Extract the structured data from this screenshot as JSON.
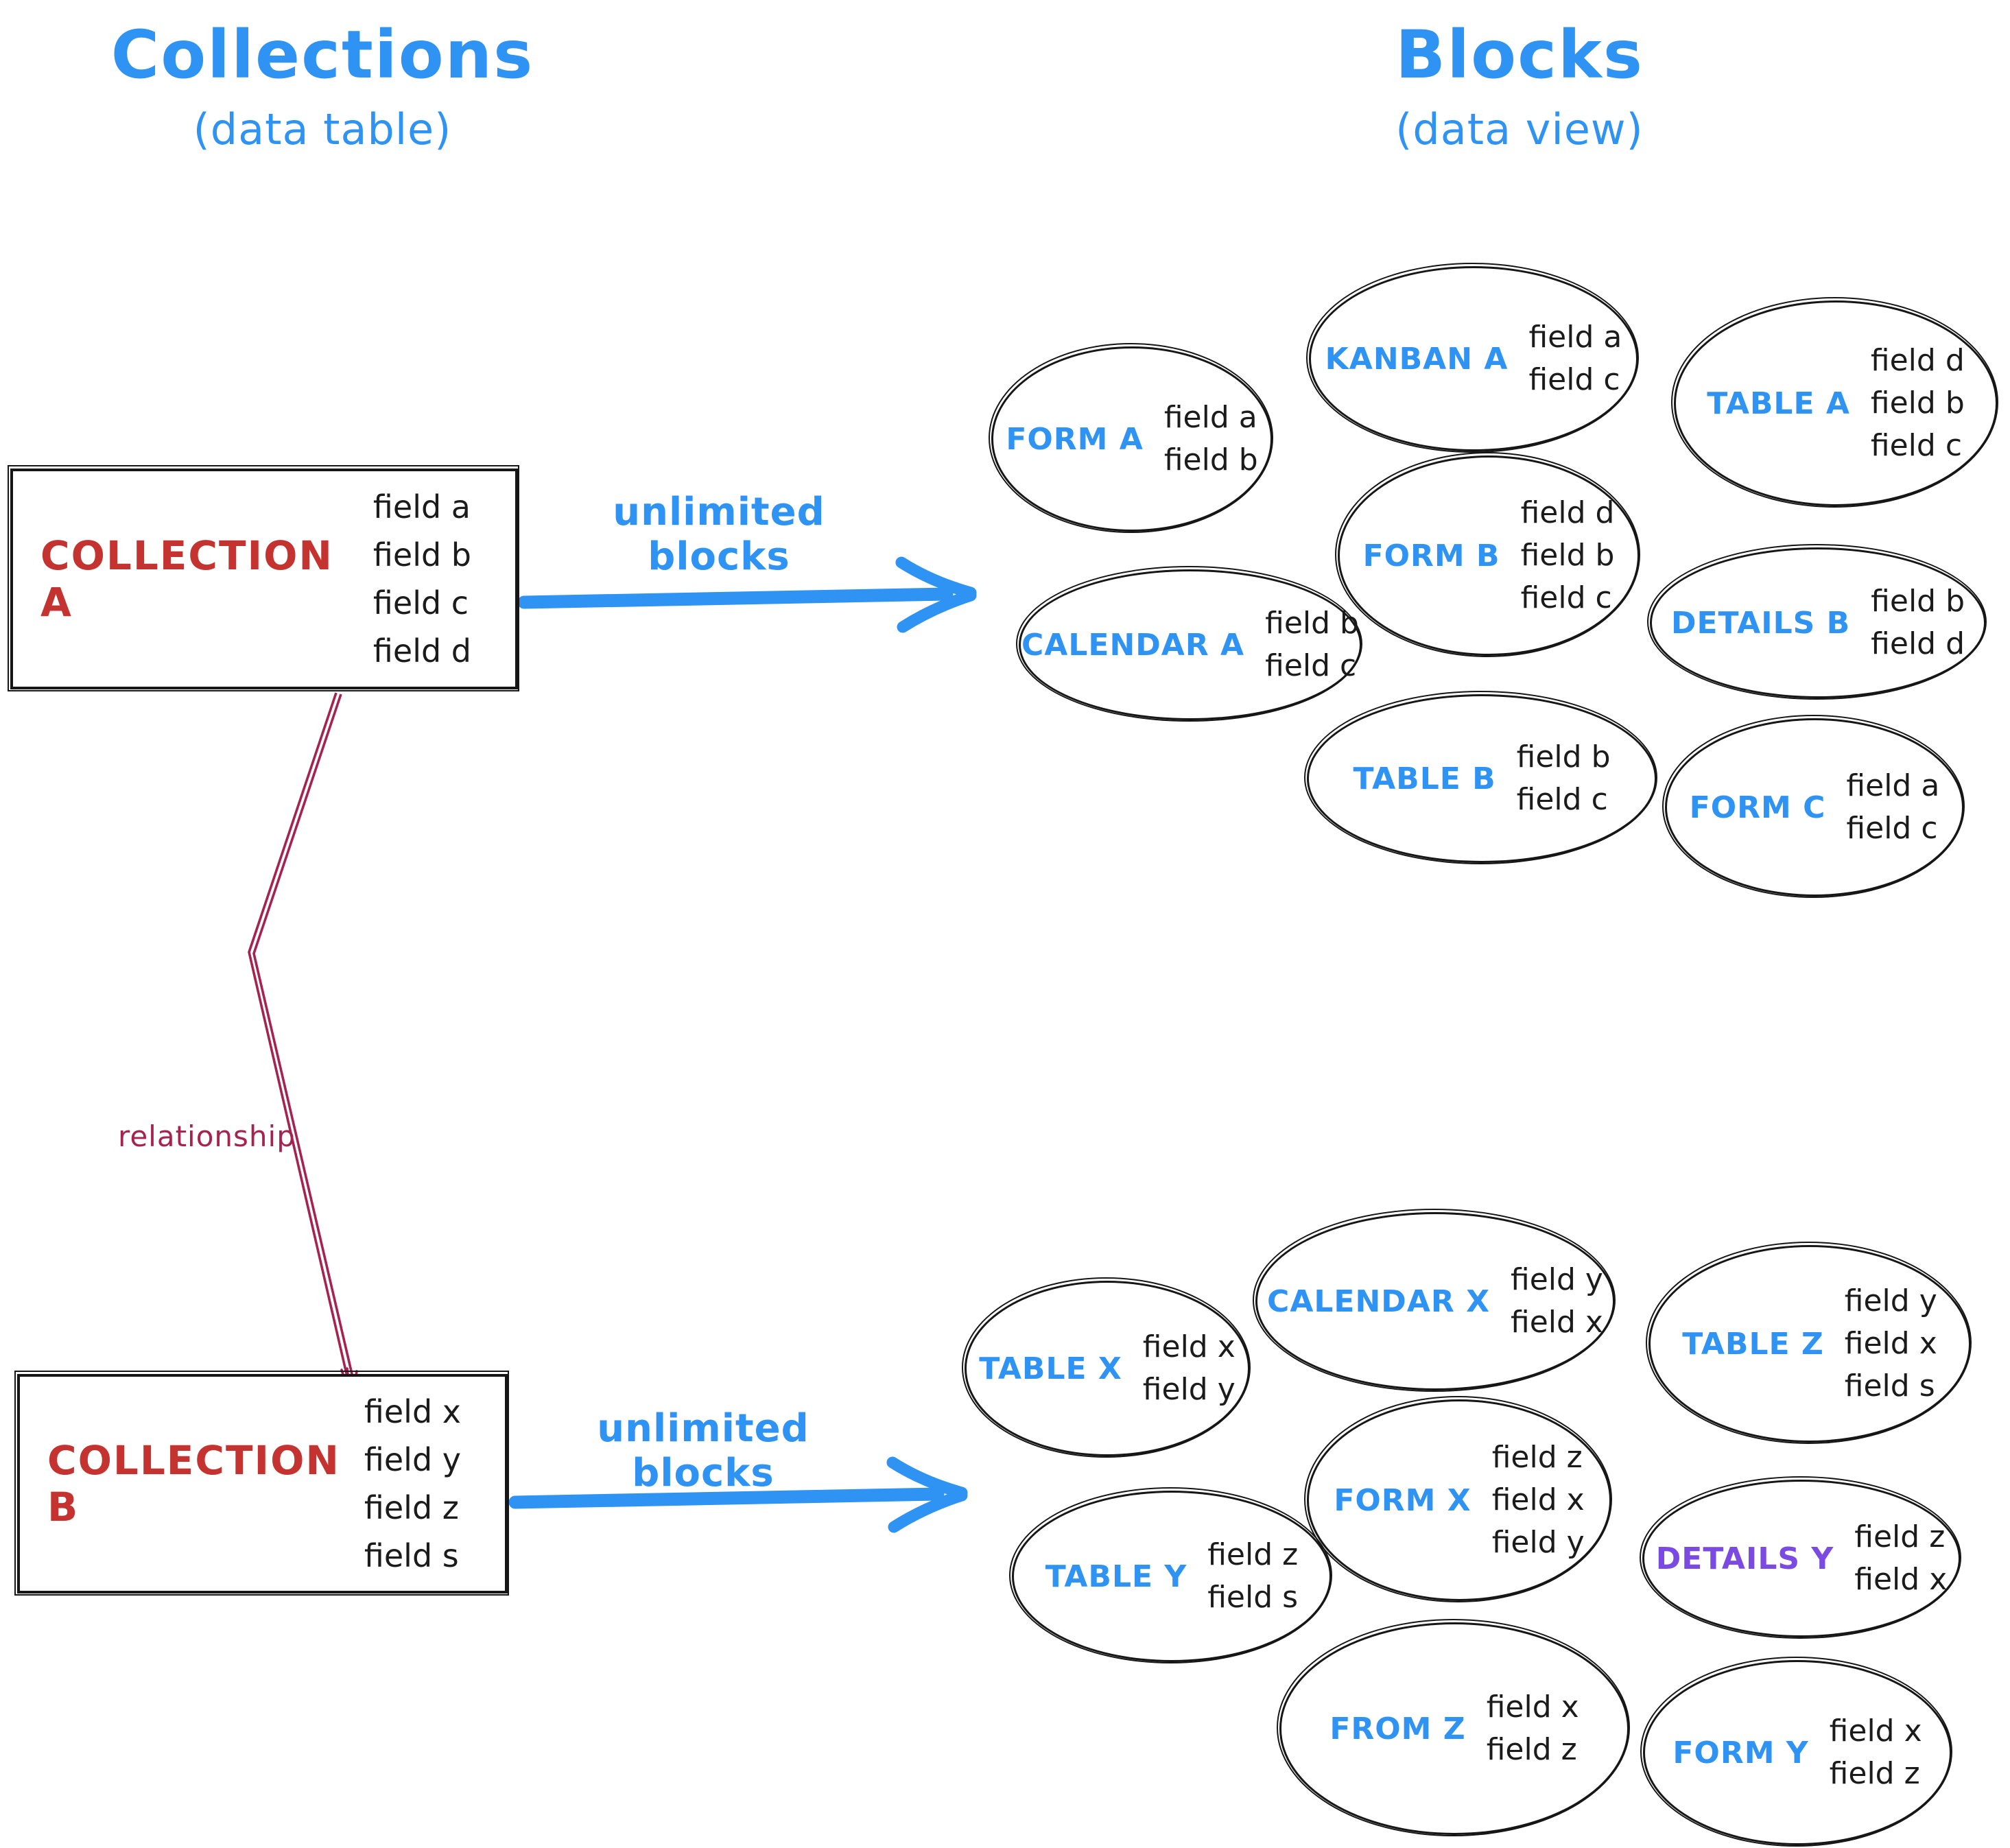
{
  "titles": {
    "left": {
      "title": "Collections",
      "subtitle": "(data table)"
    },
    "right": {
      "title": "Blocks",
      "subtitle": "(data view)"
    }
  },
  "collections": [
    {
      "id": "collection-a",
      "name": "COLLECTION A",
      "fields": [
        "field a",
        "field b",
        "field c",
        "field d"
      ]
    },
    {
      "id": "collection-b",
      "name": "COLLECTION B",
      "fields": [
        "field x",
        "field y",
        "field z",
        "field s"
      ]
    }
  ],
  "arrows": [
    {
      "label": "unlimited blocks"
    },
    {
      "label": "unlimited blocks"
    }
  ],
  "relationship_label": "relationship",
  "blocks": [
    {
      "id": "form-a",
      "label": "FORM A",
      "accent": "blue",
      "fields": [
        "field a",
        "field b"
      ]
    },
    {
      "id": "kanban-a",
      "label": "KANBAN A",
      "accent": "blue",
      "fields": [
        "field a",
        "field c"
      ]
    },
    {
      "id": "table-a",
      "label": "TABLE A",
      "accent": "blue",
      "fields": [
        "field d",
        "field b",
        "field c"
      ]
    },
    {
      "id": "form-b",
      "label": "FORM B",
      "accent": "blue",
      "fields": [
        "field d",
        "field b",
        "field c"
      ]
    },
    {
      "id": "calendar-a",
      "label": "CALENDAR A",
      "accent": "blue",
      "fields": [
        "field b",
        "field c"
      ]
    },
    {
      "id": "details-b",
      "label": "DETAILS B",
      "accent": "blue",
      "fields": [
        "field b",
        "field d"
      ]
    },
    {
      "id": "table-b",
      "label": "TABLE B",
      "accent": "blue",
      "fields": [
        "field b",
        "field c"
      ]
    },
    {
      "id": "form-c",
      "label": "FORM C",
      "accent": "blue",
      "fields": [
        "field a",
        "field c"
      ]
    },
    {
      "id": "table-x",
      "label": "TABLE X",
      "accent": "blue",
      "fields": [
        "field x",
        "field y"
      ]
    },
    {
      "id": "calendar-x",
      "label": "CALENDAR X",
      "accent": "blue",
      "fields": [
        "field y",
        "field x"
      ]
    },
    {
      "id": "table-z",
      "label": "TABLE Z",
      "accent": "blue",
      "fields": [
        "field y",
        "field x",
        "field s"
      ]
    },
    {
      "id": "form-x",
      "label": "FORM X",
      "accent": "blue",
      "fields": [
        "field z",
        "field x",
        "field y"
      ]
    },
    {
      "id": "details-y",
      "label": "DETAILS Y",
      "accent": "purple",
      "fields": [
        "field z",
        "field x"
      ]
    },
    {
      "id": "table-y",
      "label": "TABLE Y",
      "accent": "blue",
      "fields": [
        "field z",
        "field s"
      ]
    },
    {
      "id": "from-z",
      "label": "FROM Z",
      "accent": "blue",
      "fields": [
        "field x",
        "field z"
      ]
    },
    {
      "id": "form-y",
      "label": "FORM Y",
      "accent": "blue",
      "fields": [
        "field x",
        "field z"
      ]
    }
  ],
  "colors": {
    "blue": "#2E93F2",
    "purple": "#7B4AE2",
    "red": "#C43330",
    "crimson": "#A7234F",
    "ink": "#161616"
  }
}
